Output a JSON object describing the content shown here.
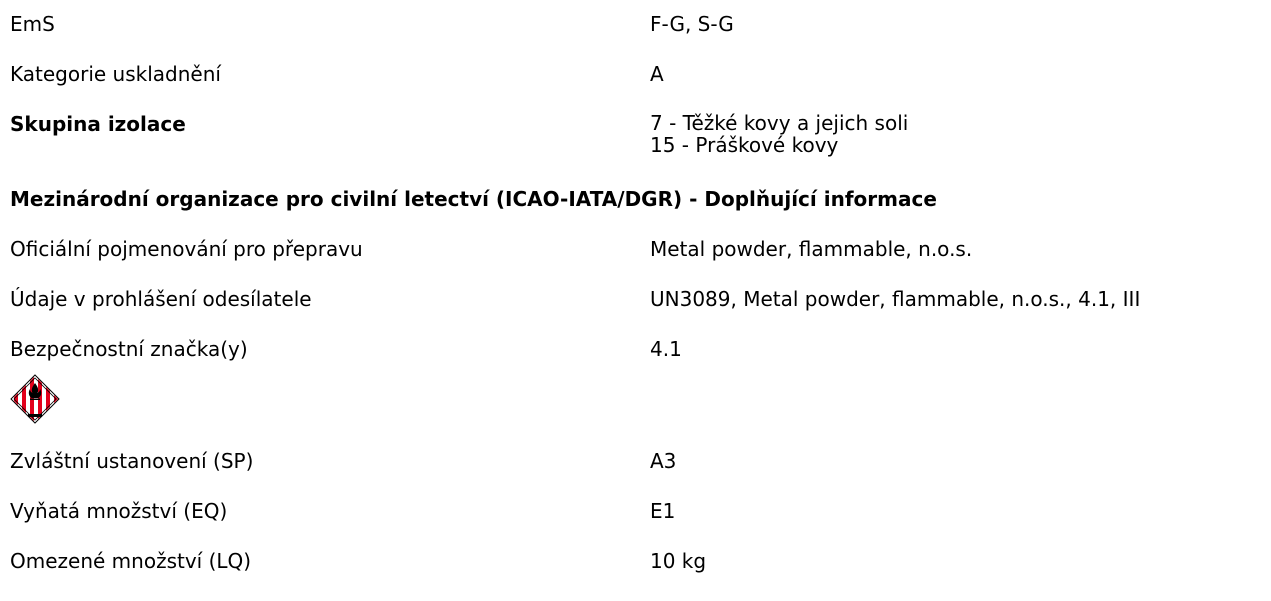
{
  "imdg": {
    "ems": {
      "label": "EmS",
      "value": "F-G, S-G"
    },
    "stowage": {
      "label": "Kategorie uskladnění",
      "value": "A"
    },
    "segregation": {
      "label": "Skupina izolace",
      "values": [
        "7 - Těžké kovy a jejich soli",
        "15 - Práškové kovy"
      ]
    }
  },
  "icao": {
    "heading": "Mezinárodní organizace pro civilní letectví (ICAO-IATA/DGR) - Doplňující informace",
    "shipping_name": {
      "label": "Oficiální pojmenování pro přepravu",
      "value": "Metal powder, flammable, n.o.s."
    },
    "declaration": {
      "label": "Údaje v prohlášení odesílatele",
      "value": "UN3089, Metal powder, flammable, n.o.s., 4.1, III"
    },
    "labels": {
      "label": "Bezpečnostní značka(y)",
      "value": "4.1"
    },
    "hazard_icon": "flammable-solid-class-4-1-icon",
    "special_provisions": {
      "label": "Zvláštní ustanovení (SP)",
      "value": "A3"
    },
    "excepted_quantities": {
      "label": "Vyňatá množství (EQ)",
      "value": "E1"
    },
    "limited_quantities": {
      "label": "Omezené množství (LQ)",
      "value": "10 kg"
    }
  },
  "colors": {
    "hazard_red": "#e3001b",
    "text": "#000000",
    "background": "#ffffff"
  }
}
